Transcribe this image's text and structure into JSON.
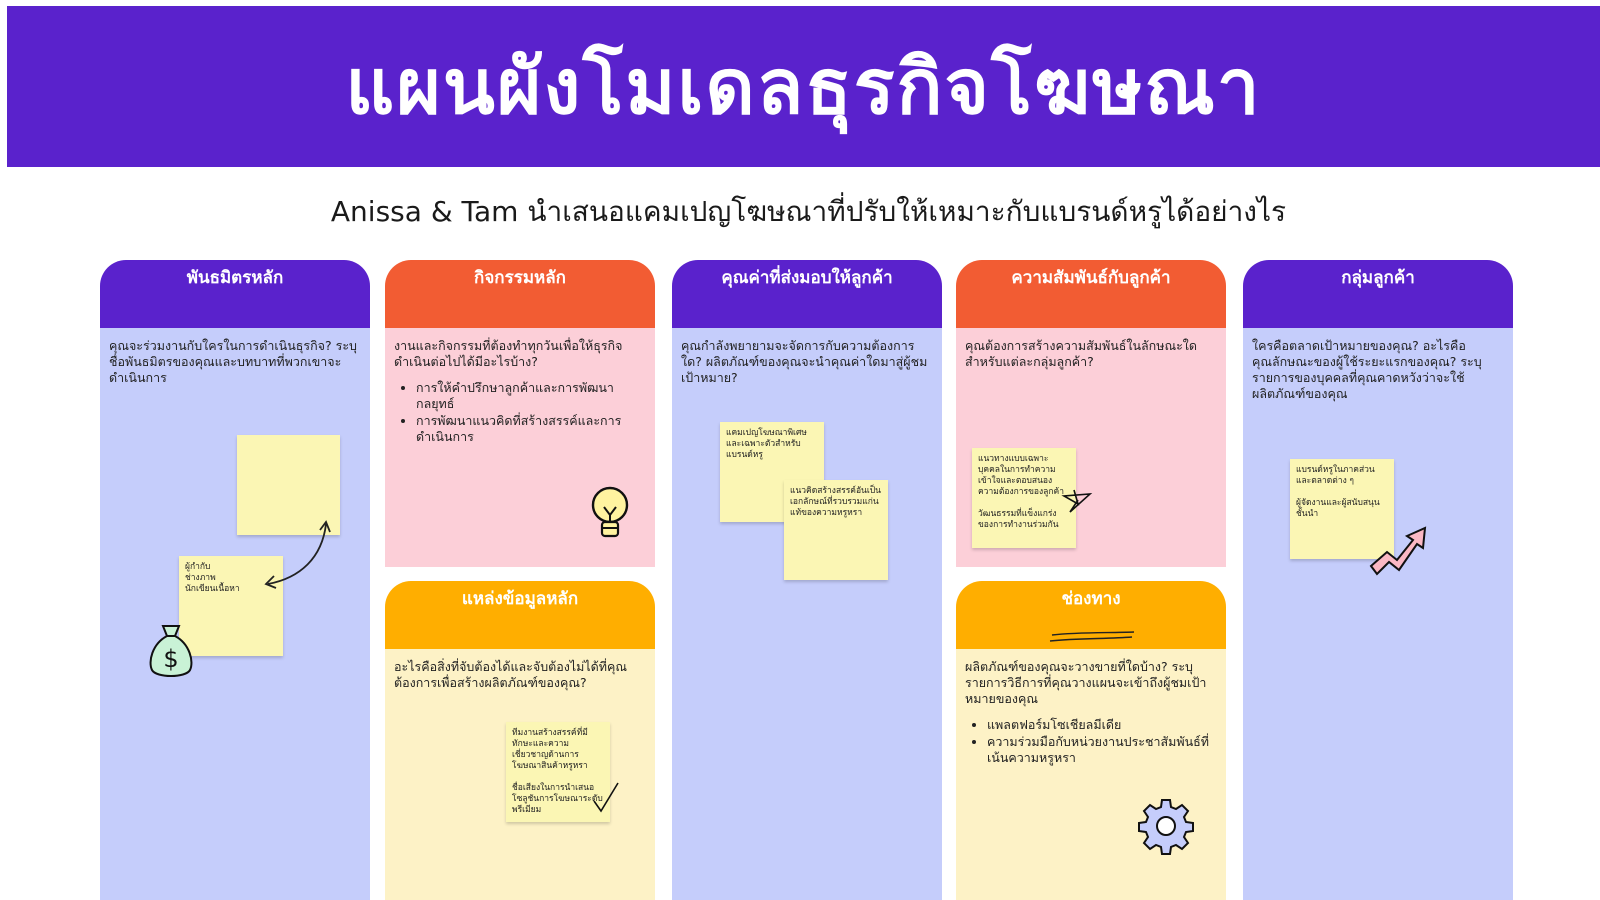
{
  "title": "แผนผังโมเดลธุรกิจโฆษณา",
  "subtitle": "Anissa & Tam นำเสนอแคมเปญโฆษณาที่ปรับให้เหมาะกับแบรนด์หรูได้อย่างไร",
  "colors": {
    "purple": "#5a22cc",
    "orange": "#f25c33",
    "amber": "#ffae00",
    "lavender": "#c5cdfb",
    "pink": "#fccfd8",
    "cream": "#fdf2c6",
    "note": "#fbf6b4"
  },
  "cards": {
    "partners": {
      "header": "พันธมิตรหลัก",
      "question": "คุณจะร่วมงานกับใครในการดำเนินธุรกิจ? ระบุชื่อพันธมิตรของคุณและบทบาทที่พวกเขาจะดำเนินการ",
      "note": "ผู้กำกับ\nช่างภาพ\nนักเขียนเนื้อหา"
    },
    "activities": {
      "header": "กิจกรรมหลัก",
      "question": "งานและกิจกรรมที่ต้องทำทุกวันเพื่อให้ธุรกิจดำเนินต่อไปได้มีอะไรบ้าง?",
      "bullets": [
        "การให้คำปรึกษาลูกค้าและการพัฒนากลยุทธ์",
        "การพัฒนาแนวคิดที่สร้างสรรค์และการดำเนินการ"
      ]
    },
    "resources": {
      "header": "แหล่งข้อมูลหลัก",
      "question": "อะไรคือสิ่งที่จับต้องได้และจับต้องไม่ได้ที่คุณต้องการเพื่อสร้างผลิตภัณฑ์ของคุณ?",
      "note": "ทีมงานสร้างสรรค์ที่มีทักษะและความเชี่ยวชาญด้านการโฆษณาสินค้าหรูหรา\n\nชื่อเสียงในการนำเสนอโซลูชันการโฆษณาระดับพรีเมียม"
    },
    "value": {
      "header": "คุณค่าที่ส่งมอบให้ลูกค้า",
      "question": "คุณกำลังพยายามจะจัดการกับความต้องการใด? ผลิตภัณฑ์ของคุณจะนำคุณค่าใดมาสู่ผู้ชมเป้าหมาย?",
      "note1": "แคมเปญโฆษณาพิเศษและเฉพาะตัวสำหรับแบรนด์หรู",
      "note2": "แนวคิดสร้างสรรค์อันเป็นเอกลักษณ์ที่รวบรวมแก่นแท้ของความหรูหรา"
    },
    "relationships": {
      "header": "ความสัมพันธ์กับลูกค้า",
      "question": "คุณต้องการสร้างความสัมพันธ์ในลักษณะใดสำหรับแต่ละกลุ่มลูกค้า?",
      "note": "แนวทางแบบเฉพาะบุคคลในการทำความเข้าใจและตอบสนองความต้องการของลูกค้า\n\nวัฒนธรรมที่แข็งแกร่งของการทำงานร่วมกัน"
    },
    "channels": {
      "header": "ช่องทาง",
      "question": "ผลิตภัณฑ์ของคุณจะวางขายที่ใดบ้าง? ระบุรายการวิธีการที่คุณวางแผนจะเข้าถึงผู้ชมเป้าหมายของคุณ",
      "bullets": [
        "แพลตฟอร์มโซเชียลมีเดีย",
        "ความร่วมมือกับหน่วยงานประชาสัมพันธ์ที่เน้นความหรูหรา"
      ]
    },
    "segments": {
      "header": "กลุ่มลูกค้า",
      "question": "ใครคือตลาดเป้าหมายของคุณ? อะไรคือคุณลักษณะของผู้ใช้ระยะแรกของคุณ? ระบุรายการของบุคคลที่คุณคาดหวังว่าจะใช้ผลิตภัณฑ์ของคุณ",
      "note": "แบรนด์หรูในภาคส่วนและตลาดต่าง ๆ\n\nผู้จัดงานและผู้สนับสนุนชั้นนำ"
    }
  }
}
